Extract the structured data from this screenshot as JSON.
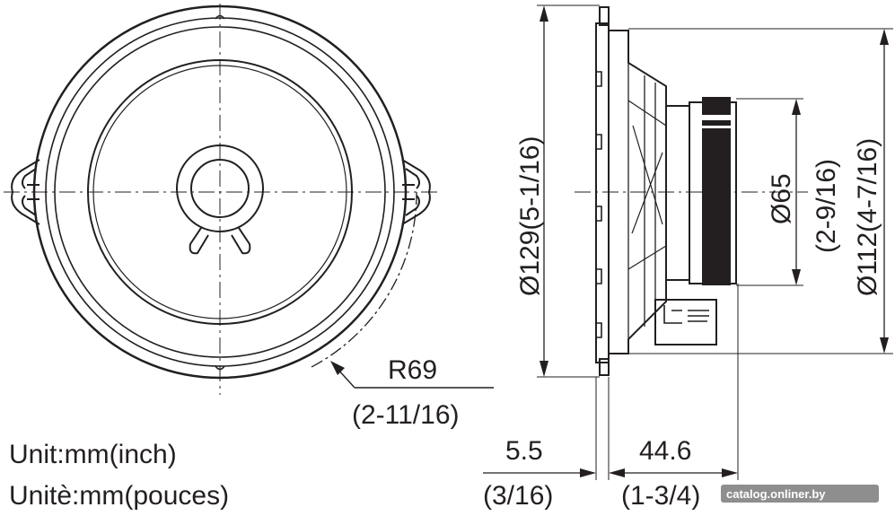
{
  "front_view": {
    "radius_label": "R69",
    "radius_label_inch": "(2-11/16)"
  },
  "side_view": {
    "outer_diameter": "Ø129(5-1/16)",
    "magnet_diameter": "Ø65",
    "magnet_diameter_inch": "(2-9/16)",
    "cutout_diameter": "Ø112(4-7/16)",
    "flange_depth": "5.5",
    "flange_depth_inch": "(3/16)",
    "mount_depth": "44.6",
    "mount_depth_inch": "(1-3/4)"
  },
  "units": {
    "english": "Unit:mm(inch)",
    "french": "Unitè:mm(pouces)"
  },
  "watermark": "catalog.onliner.by",
  "colors": {
    "ink": "#231f20",
    "background": "#ffffff",
    "watermark_bg": "#7a7a7a"
  }
}
